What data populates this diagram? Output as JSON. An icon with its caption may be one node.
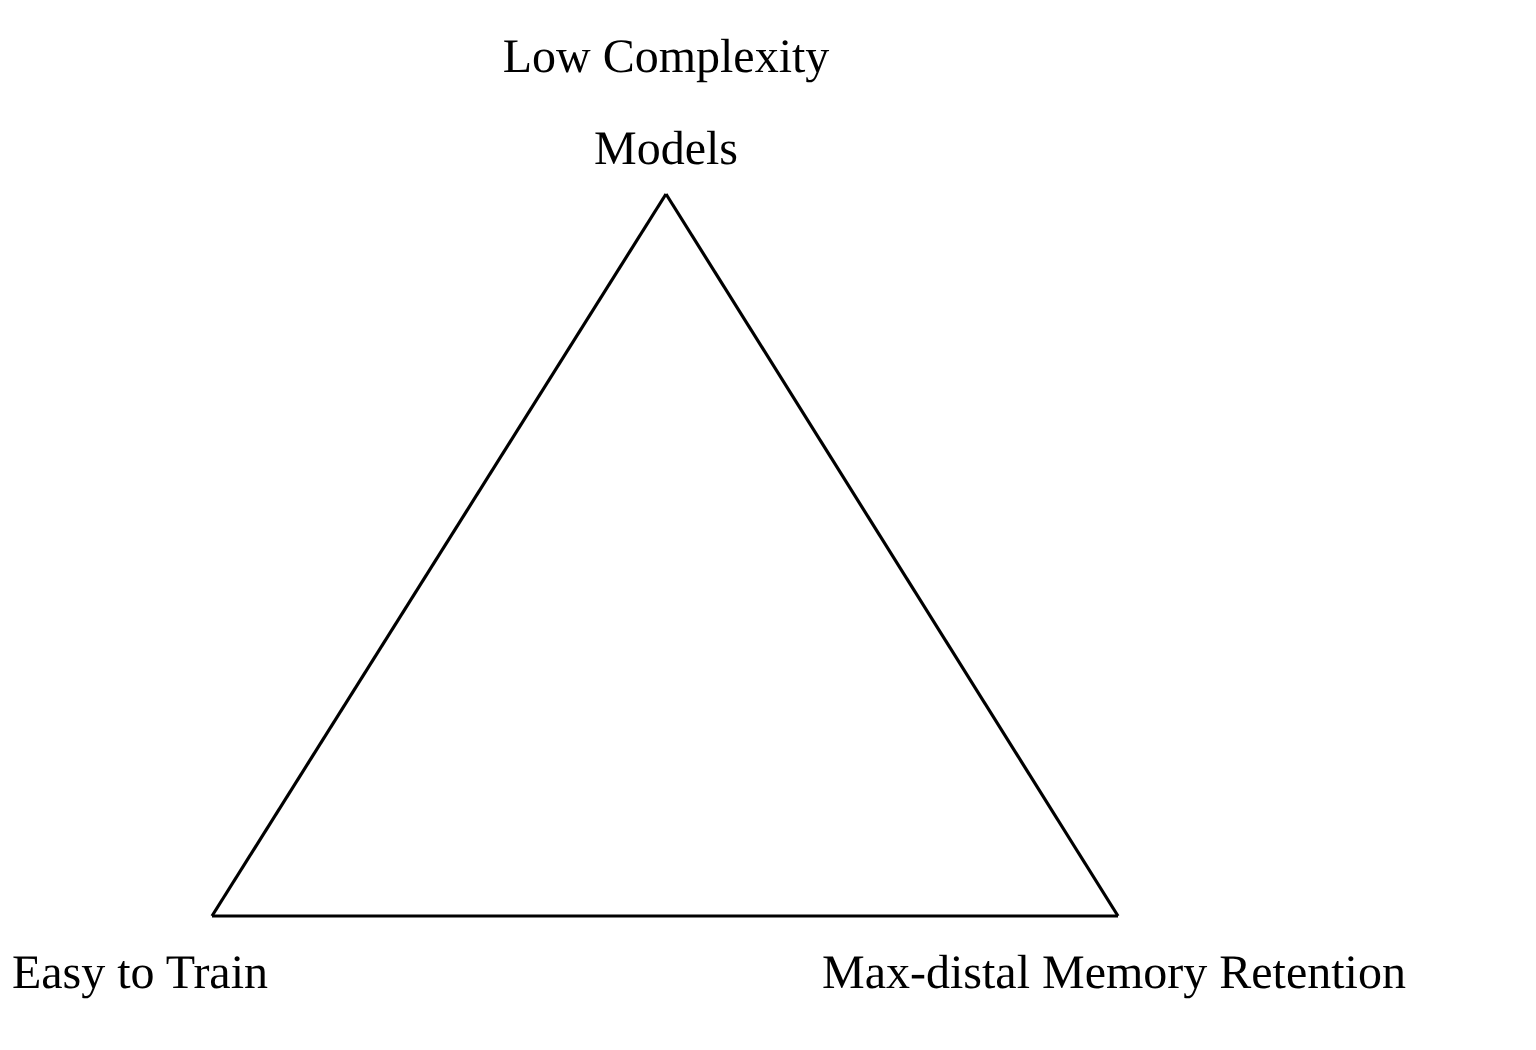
{
  "diagram": {
    "nodes": [
      {
        "text": [
          "Low Complexity Models"
        ]
      },
      {
        "text": [
          "Easy to Train"
        ]
      },
      {
        "text": [
          "Max-distal Memory Retention"
        ]
      }
    ],
    "edges": [
      {
        "from": 0,
        "to": 1,
        "arrow": "none"
      },
      {
        "from": 1,
        "to": 2,
        "arrow": "none"
      },
      {
        "from": 2,
        "to": 0,
        "arrow": "none"
      }
    ]
  }
}
